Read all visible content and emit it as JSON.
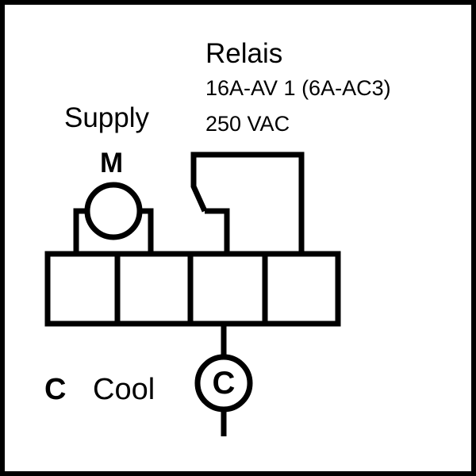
{
  "relay": {
    "title": "Relais",
    "rating": "16A-AV 1 (6A-AC3)",
    "voltage": "250 VAC"
  },
  "supply": {
    "title": "Supply",
    "motor_letter": "M"
  },
  "cool": {
    "symbol": "C",
    "label": "Cool",
    "circle_letter": "C"
  },
  "terminal_block": {
    "terminal_count": 4
  }
}
